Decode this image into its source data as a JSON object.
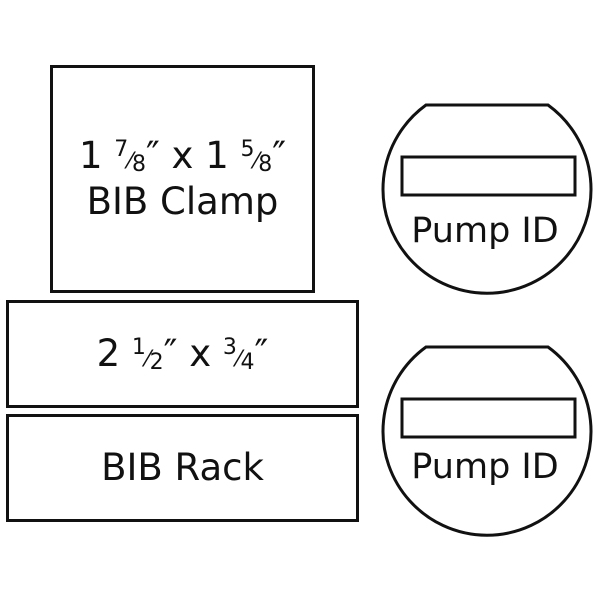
{
  "labels": {
    "clamp": {
      "line1": {
        "whole_a": "1",
        "num_a": "7",
        "slash_a": "⁄",
        "den_a": "8",
        "unit_a": "″ x 1",
        "num_b": "5",
        "slash_b": "⁄",
        "den_b": "8",
        "unit_b": "″"
      },
      "line2": "BIB Clamp"
    },
    "size": {
      "whole_a": "2",
      "num_a": "1",
      "slash_a": "⁄",
      "den_a": "2",
      "unit_a": "″ x",
      "num_b": "3",
      "slash_b": "⁄",
      "den_b": "4",
      "unit_b": "″"
    },
    "rack": "BIB Rack"
  },
  "pump_tags": [
    {
      "label": "Pump ID"
    },
    {
      "label": "Pump ID"
    }
  ]
}
